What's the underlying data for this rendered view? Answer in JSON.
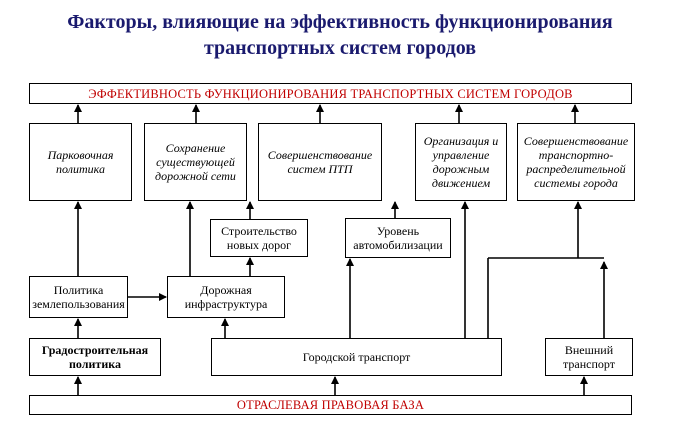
{
  "title": {
    "line1": "Факторы, влияющие на эффективность функционирования",
    "line2": "транспортных систем городов"
  },
  "top_bar": "ЭФФЕКТИВНОСТЬ ФУНКЦИОНИРОВАНИЯ ТРАНСПОРТНЫХ СИСТЕМ ГОРОДОВ",
  "bottom_bar": "ОТРАСЛЕВАЯ ПРАВОВАЯ БАЗА",
  "boxes": {
    "parking": "Парковочная политика",
    "preserve": "Сохранение существующей дорожной сети",
    "public_transport": "Совершенствование систем ПТП",
    "traffic": "Организация и управление дорожным движением",
    "distribution": "Совершенствование транспортно-распределительной системы города",
    "new_roads": "Строительство новых дорог",
    "motorization": "Уровень автомобилизации",
    "land_use": "Политика землепользования",
    "road_infra": "Дорожная инфраструктура",
    "urban_policy": "Градостроительная политика",
    "city_transport": "Городской транспорт",
    "external_transport": "Внешний транспорт"
  },
  "colors": {
    "title": "#1a1a6e",
    "accent_red": "#c00000",
    "line": "#000000"
  }
}
